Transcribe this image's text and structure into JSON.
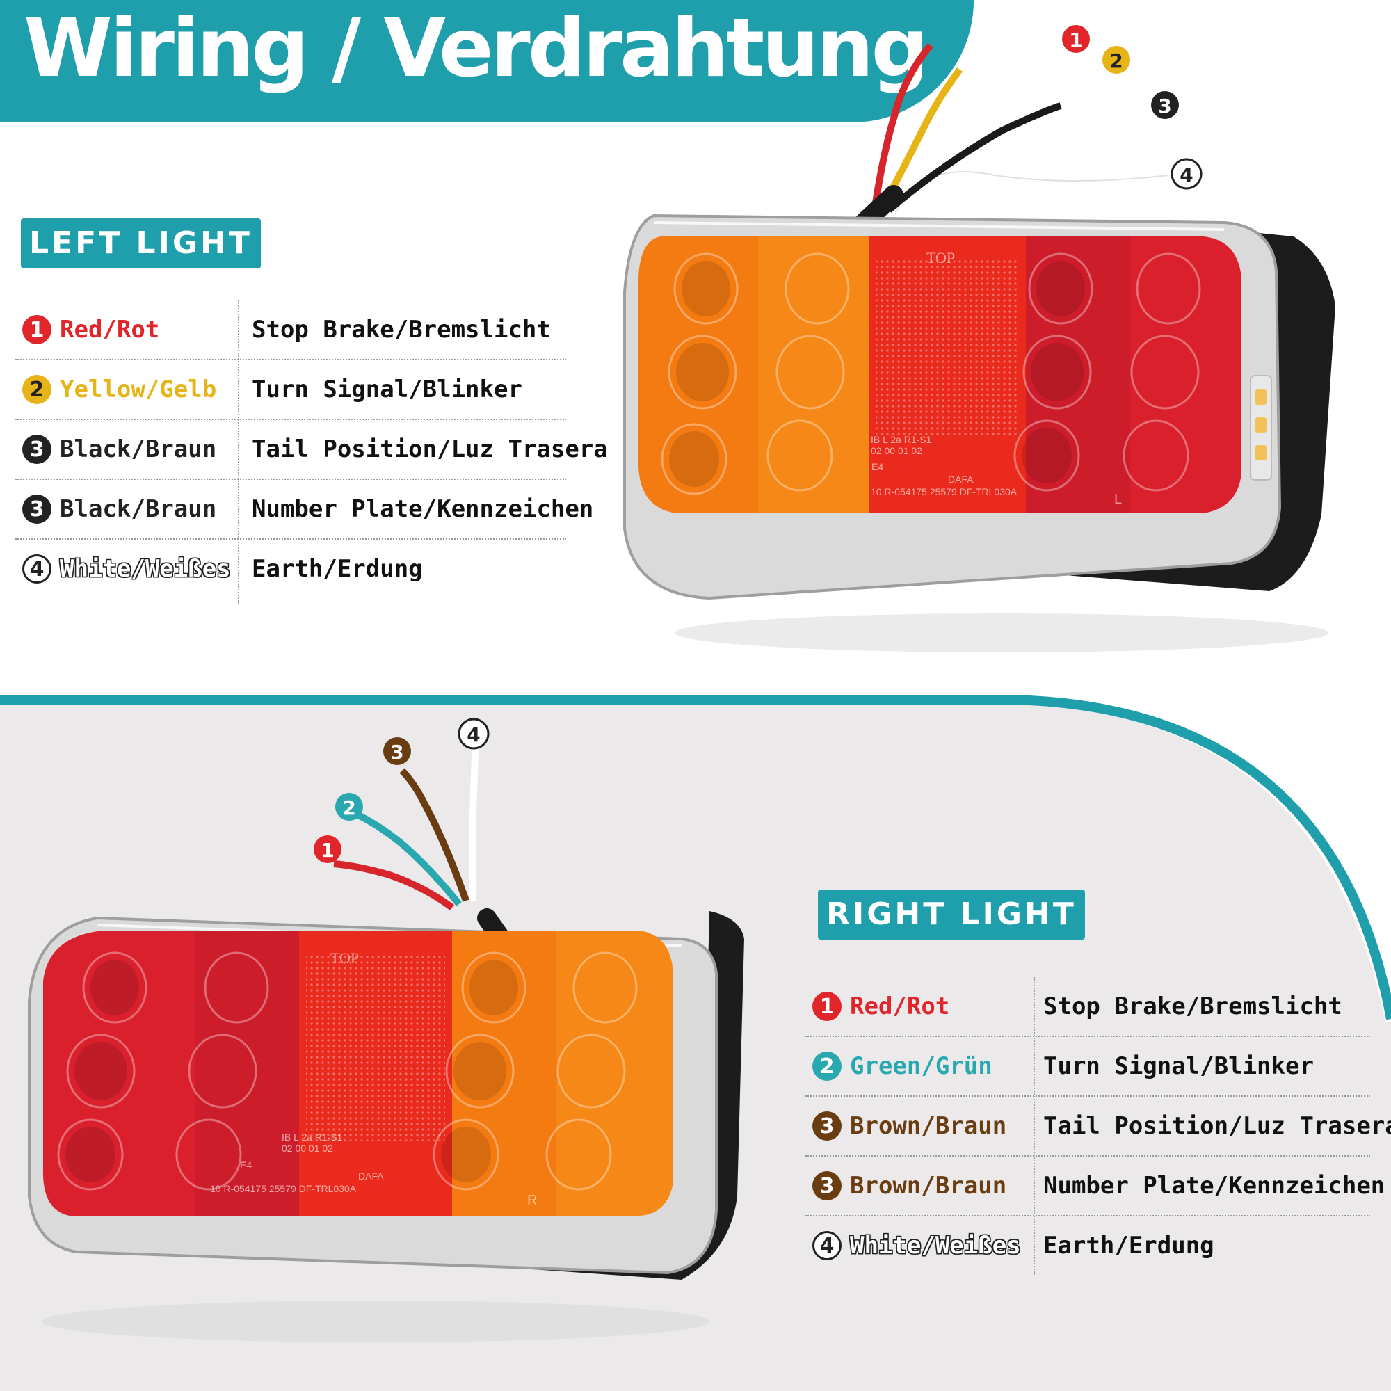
{
  "header": {
    "title": "Wiring / Verdrahtung"
  },
  "colors": {
    "teal": "#1f9eab",
    "red": "#e0252b",
    "yellow": "#e6b417",
    "black": "#222222",
    "green": "#2aa8b0",
    "brown": "#6a3c12",
    "white": "#ffffff"
  },
  "left_light": {
    "label": "LEFT LIGHT",
    "rows": [
      {
        "num": "1",
        "wire": "Red/Rot",
        "color": "#e0252b",
        "style": "filled",
        "function": "Stop Brake/Bremslicht"
      },
      {
        "num": "2",
        "wire": "Yellow/Gelb",
        "color": "#e6b417",
        "style": "filled",
        "function": "Turn Signal/Blinker"
      },
      {
        "num": "3",
        "wire": "Black/Braun",
        "color": "#222222",
        "style": "filled",
        "function": "Tail Position/Luz Trasera"
      },
      {
        "num": "3",
        "wire": "Black/Braun",
        "color": "#222222",
        "style": "filled",
        "function": "Number Plate/Kennzeichen"
      },
      {
        "num": "4",
        "wire": "White/Weißes",
        "color": "#ffffff",
        "style": "outline",
        "function": "Earth/Erdung"
      }
    ],
    "lamp": {
      "emblem_top": "TOP",
      "marking_1": "IB L  2a R1-S1",
      "marking_2": "02 00 01  02",
      "approval": "10 R-054175 25579 DF-TRL030A",
      "e_mark": "E4",
      "brand": "DAFA",
      "side": "L"
    },
    "wire_numbers": [
      "1",
      "2",
      "3",
      "4"
    ]
  },
  "right_light": {
    "label": "RIGHT LIGHT",
    "rows": [
      {
        "num": "1",
        "wire": "Red/Rot",
        "color": "#e0252b",
        "style": "filled",
        "function": "Stop Brake/Bremslicht"
      },
      {
        "num": "2",
        "wire": "Green/Grün",
        "color": "#2aa8b0",
        "style": "filled",
        "function": "Turn Signal/Blinker"
      },
      {
        "num": "3",
        "wire": "Brown/Braun",
        "color": "#6a3c12",
        "style": "filled",
        "function": "Tail Position/Luz Trasera"
      },
      {
        "num": "3",
        "wire": "Brown/Braun",
        "color": "#6a3c12",
        "style": "filled",
        "function": "Number Plate/Kennzeichen"
      },
      {
        "num": "4",
        "wire": "White/Weißes",
        "color": "#ffffff",
        "style": "outline",
        "function": "Earth/Erdung"
      }
    ],
    "lamp": {
      "emblem_top": "TOP",
      "marking_1": "IB L  2a R1-S1",
      "marking_2": "02 00 01  02",
      "approval": "10 R-054175 25579 DF-TRL030A",
      "e_mark": "E4",
      "brand": "DAFA",
      "side": "R"
    },
    "wire_numbers": [
      "1",
      "2",
      "3",
      "4"
    ]
  }
}
